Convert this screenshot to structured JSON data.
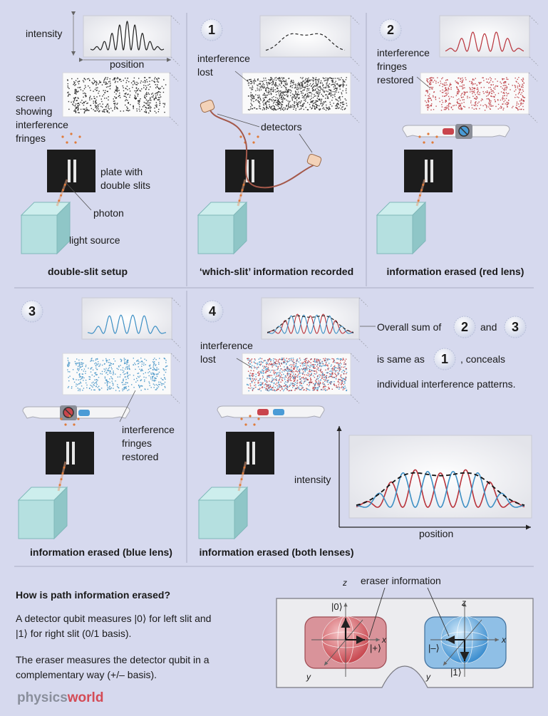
{
  "panels": {
    "setup": {
      "caption": "double-slit setup",
      "labels": {
        "intensity": "intensity",
        "position": "position",
        "screen": [
          "screen",
          "showing",
          "interference",
          "fringes"
        ],
        "plate": [
          "plate with",
          "double slits"
        ],
        "photon": "photon",
        "source": "light source"
      }
    },
    "p1": {
      "badge": "1",
      "caption": "‘which-slit’ information recorded",
      "lost": [
        "interference",
        "lost"
      ],
      "detectors": "detectors"
    },
    "p2": {
      "badge": "2",
      "caption": "information erased (red lens)",
      "restored": [
        "interference",
        "fringes",
        "restored"
      ]
    },
    "p3": {
      "badge": "3",
      "caption": "information erased (blue lens)",
      "restored": [
        "interference",
        "fringes",
        "restored"
      ]
    },
    "p4": {
      "badge": "4",
      "caption": "information erased (both lenses)",
      "lost": [
        "interference",
        "lost"
      ],
      "sum_line1_a": "Overall sum of",
      "sum_line1_b": "and",
      "sum_badge_a": "2",
      "sum_badge_b": "3",
      "sum_line2_a": "is same as",
      "sum_badge_c": "1",
      "sum_line2_b": ", conceals",
      "sum_line3": "individual interference patterns.",
      "chart_ylabel": "intensity",
      "chart_xlabel": "position"
    }
  },
  "explain": {
    "heading": "How is path information erased?",
    "para1": [
      "A detector qubit measures |0⟩ for left slit and",
      "|1⟩ for right slit (0/1 basis)."
    ],
    "para2": [
      "The eraser measures the detector qubit in a",
      "complementary way (+/– basis)."
    ],
    "eraser_label": "eraser information",
    "axis_z": "z",
    "axis_x": "x",
    "axis_y": "y",
    "ket0": "|0⟩",
    "ket1": "|1⟩",
    "ketplus": "|+⟩",
    "ketminus": "|–⟩"
  },
  "logo": {
    "part1": "physics",
    "part2": "world"
  },
  "colors": {
    "background": "#d6d9ee",
    "red": "#b8323a",
    "blue": "#3d8fc4",
    "orange": "#e07b3a",
    "plate": "#1c1c1c",
    "cube": "#a8d8d8"
  },
  "chart_data": {
    "type": "line",
    "xlabel": "position",
    "ylabel": "intensity",
    "series": [
      {
        "style": "red",
        "description": "fringes with red lens"
      },
      {
        "style": "blue",
        "description": "fringes with blue lens"
      },
      {
        "style": "dashed",
        "description": "overall sum, no fringes"
      }
    ],
    "grid": false
  }
}
